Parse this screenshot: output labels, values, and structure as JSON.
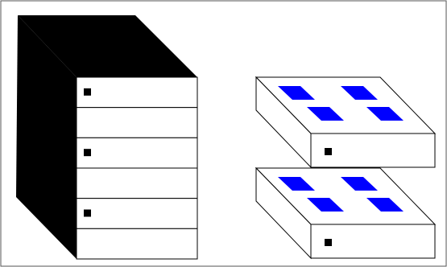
{
  "diagram": {
    "colors": {
      "background": "#ffffff",
      "stroke": "#000000",
      "server_side": "#000000",
      "face": "#ffffff",
      "indicator": "#000000",
      "panel": "#0000ff"
    },
    "tower_server": {
      "shape": "tower-server",
      "drive_bays": [
        {
          "has_indicator": true
        },
        {
          "has_indicator": false
        },
        {
          "has_indicator": true
        },
        {
          "has_indicator": false
        },
        {
          "has_indicator": true
        },
        {
          "has_indicator": false
        }
      ]
    },
    "flat_units": [
      {
        "shape": "desktop-unit",
        "panel_count": 4,
        "has_indicator": true
      },
      {
        "shape": "desktop-unit",
        "panel_count": 4,
        "has_indicator": true
      }
    ]
  }
}
